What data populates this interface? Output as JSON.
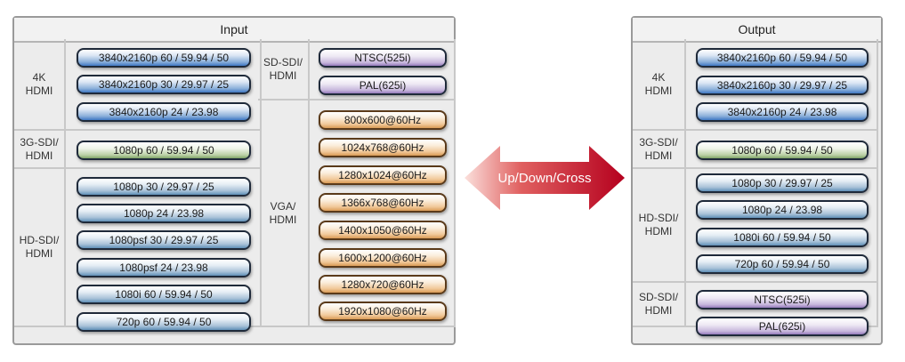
{
  "input": {
    "title": "Input",
    "groups_left": [
      {
        "label": "4K\nHDMI",
        "color": "blue",
        "items": [
          "3840x2160p 60 / 59.94 / 50",
          "3840x2160p 30 / 29.97 / 25",
          "3840x2160p 24 / 23.98"
        ]
      },
      {
        "label": "3G-SDI/\nHDMI",
        "color": "green",
        "items": [
          "1080p 60 / 59.94 / 50"
        ]
      },
      {
        "label": "HD-SDI/\nHDMI",
        "color": "steel",
        "items": [
          "1080p 30 / 29.97 / 25",
          "1080p 24 / 23.98",
          "1080psf 30 / 29.97 / 25",
          "1080psf 24 / 23.98",
          "1080i 60 / 59.94 / 50",
          "720p 60 / 59.94 / 50"
        ]
      }
    ],
    "groups_right": [
      {
        "label": "SD-SDI/\nHDMI",
        "color": "purple",
        "items": [
          "NTSC(525i)",
          "PAL(625i)"
        ]
      },
      {
        "label": "VGA/\nHDMI",
        "color": "orange",
        "items": [
          "800x600@60Hz",
          "1024x768@60Hz",
          "1280x1024@60Hz",
          "1366x768@60Hz",
          "1400x1050@60Hz",
          "1600x1200@60Hz",
          "1280x720@60Hz",
          "1920x1080@60Hz"
        ]
      }
    ]
  },
  "arrow": {
    "label": "Up/Down/Cross",
    "color": "#c8102e"
  },
  "output": {
    "title": "Output",
    "groups": [
      {
        "label": "4K\nHDMI",
        "color": "blue",
        "items": [
          "3840x2160p 60 / 59.94 / 50",
          "3840x2160p 30 / 29.97 / 25",
          "3840x2160p 24 / 23.98"
        ]
      },
      {
        "label": "3G-SDI/\nHDMI",
        "color": "green",
        "items": [
          "1080p 60 / 59.94 / 50"
        ]
      },
      {
        "label": "HD-SDI/\nHDMI",
        "color": "steel",
        "items": [
          "1080p 30 / 29.97 / 25",
          "1080p 24 / 23.98",
          "1080i 60 / 59.94 / 50",
          "720p 60 / 59.94 / 50"
        ]
      },
      {
        "label": "SD-SDI/\nHDMI",
        "color": "purple",
        "items": [
          "NTSC(525i)",
          "PAL(625i)"
        ]
      }
    ]
  }
}
